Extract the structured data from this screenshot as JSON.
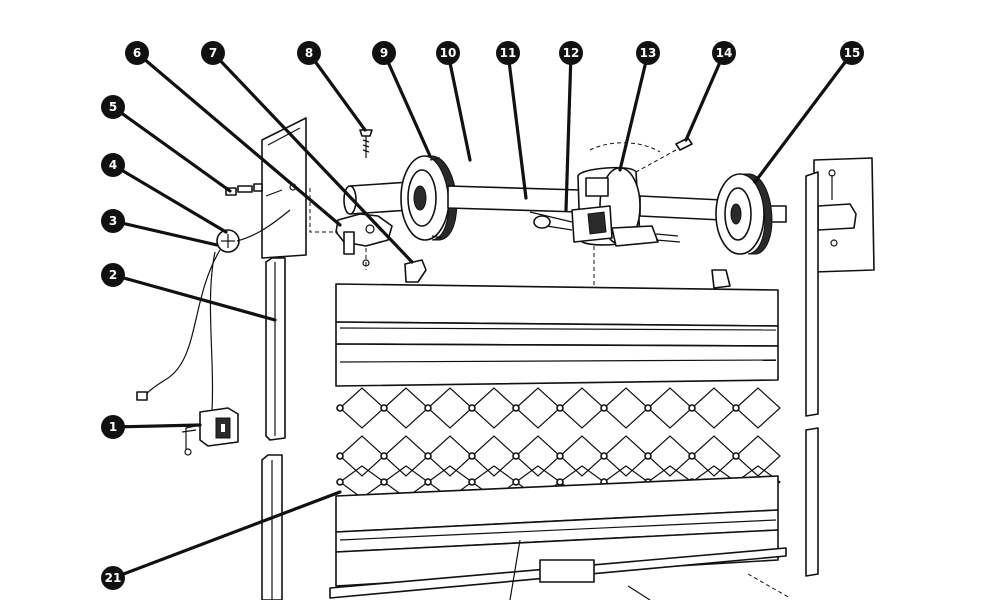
{
  "diagram": {
    "callouts": [
      {
        "num": "1",
        "part": "switch-box"
      },
      {
        "num": "2",
        "part": "left-guide-rail"
      },
      {
        "num": "3",
        "part": "cable-junction"
      },
      {
        "num": "4",
        "part": "mounting-screw"
      },
      {
        "num": "5",
        "part": "bolt"
      },
      {
        "num": "6",
        "part": "shaft-bracket"
      },
      {
        "num": "7",
        "part": "axle-tube"
      },
      {
        "num": "8",
        "part": "top-bolt"
      },
      {
        "num": "9",
        "part": "left-disc"
      },
      {
        "num": "10",
        "part": "spring-drum"
      },
      {
        "num": "11",
        "part": "main-shaft"
      },
      {
        "num": "12",
        "part": "motor-bracket"
      },
      {
        "num": "13",
        "part": "motor-housing"
      },
      {
        "num": "14",
        "part": "motor-bolt"
      },
      {
        "num": "15",
        "part": "right-disc"
      },
      {
        "num": "21",
        "part": "grille-panel"
      }
    ]
  }
}
